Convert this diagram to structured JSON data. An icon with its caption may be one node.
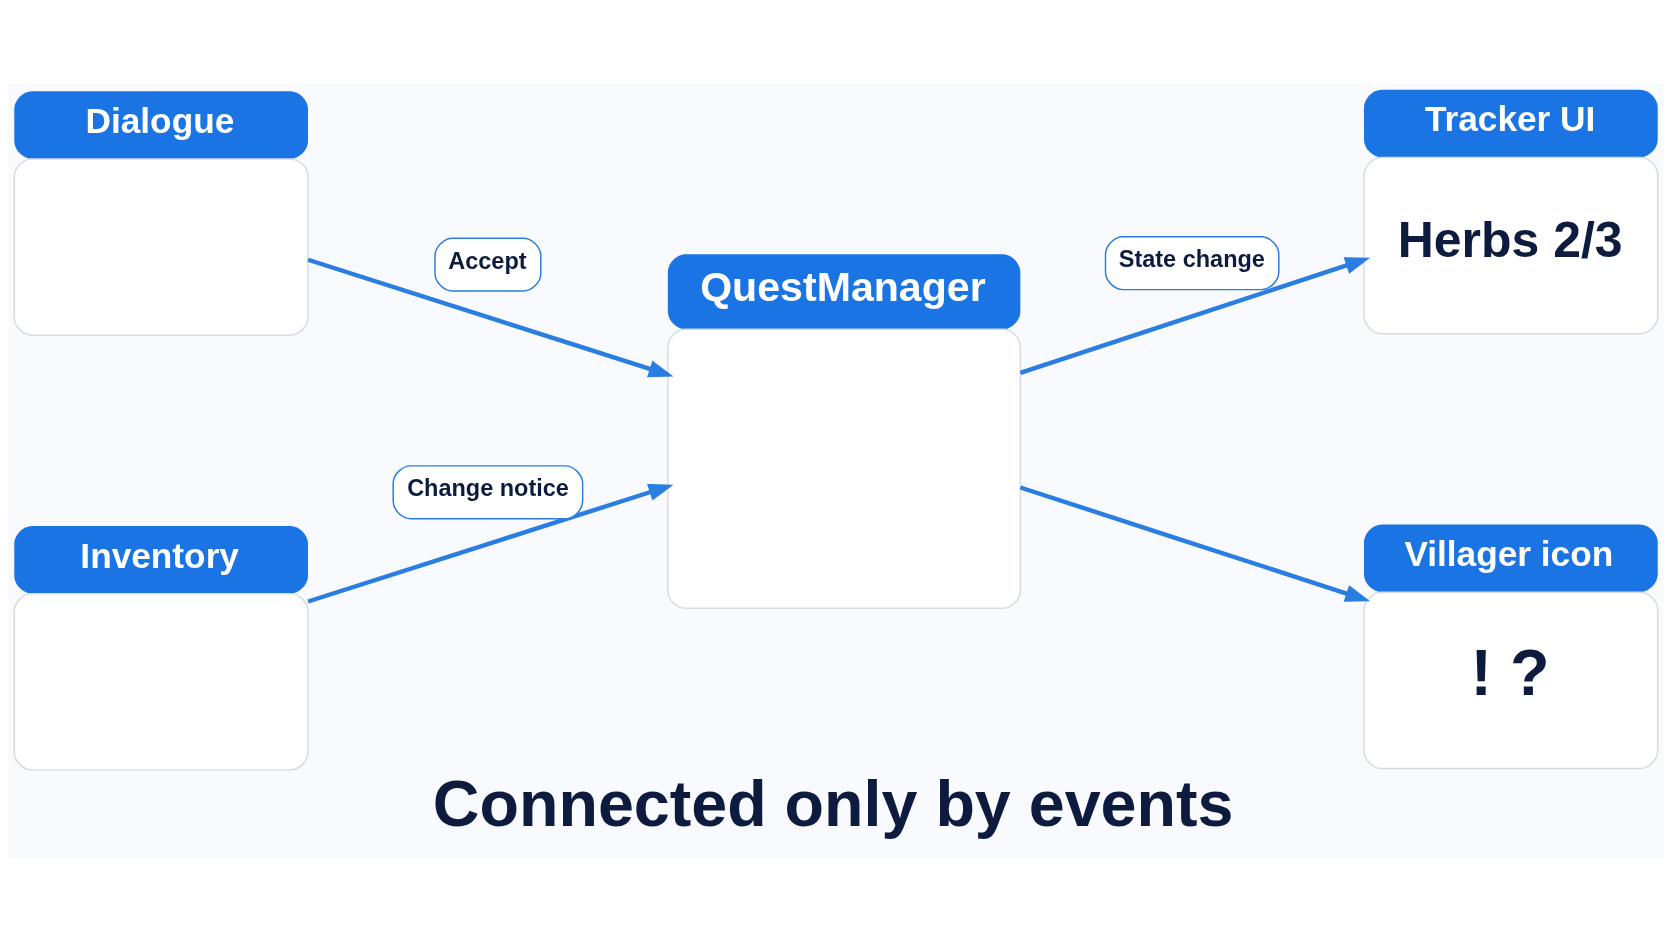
{
  "diagram": {
    "caption": "Connected only by events",
    "nodes": [
      {
        "text": [
          "Dialogue"
        ]
      },
      {
        "text": [
          "QuestManager"
        ]
      },
      {
        "text": [
          "Tracker UI",
          "Herbs 2/3"
        ]
      },
      {
        "text": [
          "Inventory"
        ]
      },
      {
        "text": [
          "Villager icon",
          "! ?"
        ]
      }
    ],
    "edges": [
      {
        "from": 0,
        "to": 1,
        "arrow": "to",
        "label": "Accept"
      },
      {
        "from": 1,
        "to": 2,
        "arrow": "to",
        "label": "State change"
      },
      {
        "from": 3,
        "to": 1,
        "arrow": "to",
        "label": "Change notice"
      },
      {
        "from": 1,
        "to": 4,
        "arrow": "to"
      }
    ]
  }
}
